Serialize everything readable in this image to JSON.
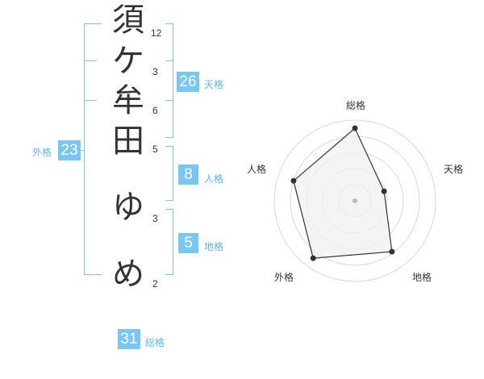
{
  "name": {
    "characters": [
      {
        "char": "須",
        "strokes": "12"
      },
      {
        "char": "ケ",
        "strokes": "3"
      },
      {
        "char": "牟",
        "strokes": "6"
      },
      {
        "char": "田",
        "strokes": "5"
      },
      {
        "char": "ゆ",
        "strokes": "3"
      },
      {
        "char": "め",
        "strokes": "2"
      }
    ]
  },
  "kaku": {
    "tenkaku": {
      "value": "26",
      "label": "天格"
    },
    "jinkaku": {
      "value": "8",
      "label": "人格"
    },
    "chikaku": {
      "value": "5",
      "label": "地格"
    },
    "gaikaku": {
      "value": "23",
      "label": "外格"
    },
    "soukaku": {
      "value": "31",
      "label": "総格"
    }
  },
  "radar": {
    "axes": [
      "総格",
      "天格",
      "地格",
      "外格",
      "人格"
    ],
    "levels": 5,
    "values": [
      0.9,
      0.38,
      0.78,
      0.88,
      0.8
    ],
    "colors": {
      "fill": "#f0f0f0",
      "stroke": "#333333",
      "grid": "#d8d8d8",
      "point": "#333333",
      "center": "#bbbbbb"
    }
  }
}
